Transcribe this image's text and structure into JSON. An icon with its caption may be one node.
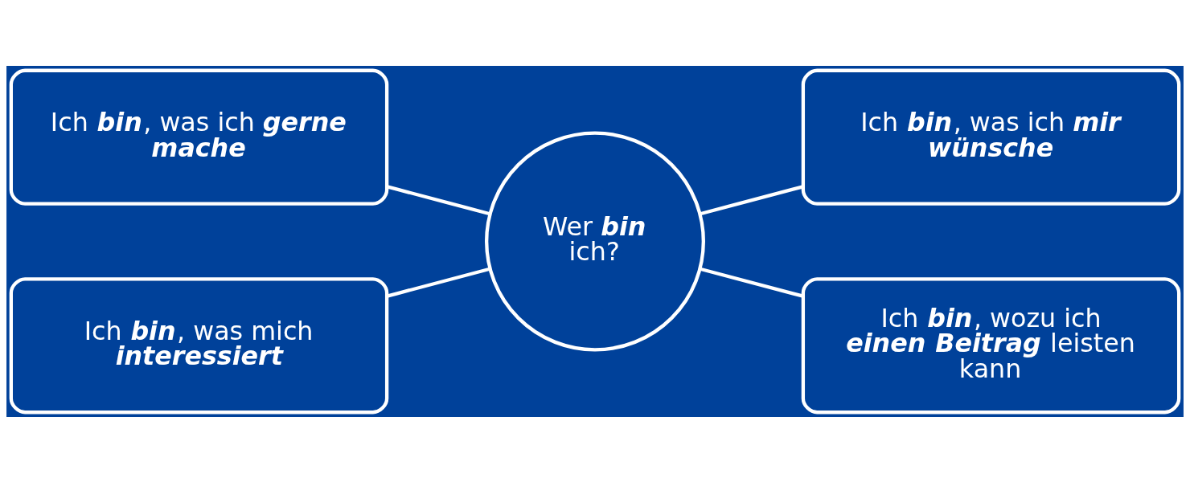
{
  "diagram": {
    "nodes": [
      {
        "text": [
          "Ich **bin**, was ich **gerne** **mache**"
        ]
      },
      {
        "text": [
          "Ich **bin**, was ich **mir** **wünsche**"
        ]
      },
      {
        "text": [
          "Wer **bin** ich?"
        ]
      },
      {
        "text": [
          "Ich **bin**, was mich **interessiert**"
        ]
      },
      {
        "text": [
          "Ich **bin**, wozu ich **einen** **Beitrag** leisten kann"
        ]
      }
    ],
    "edges": [
      {
        "from": 0,
        "to": 2,
        "arrow": "none"
      },
      {
        "from": 2,
        "to": 1,
        "arrow": "none"
      },
      {
        "from": 3,
        "to": 2,
        "arrow": "none"
      },
      {
        "from": 2,
        "to": 4,
        "arrow": "none"
      }
    ]
  }
}
